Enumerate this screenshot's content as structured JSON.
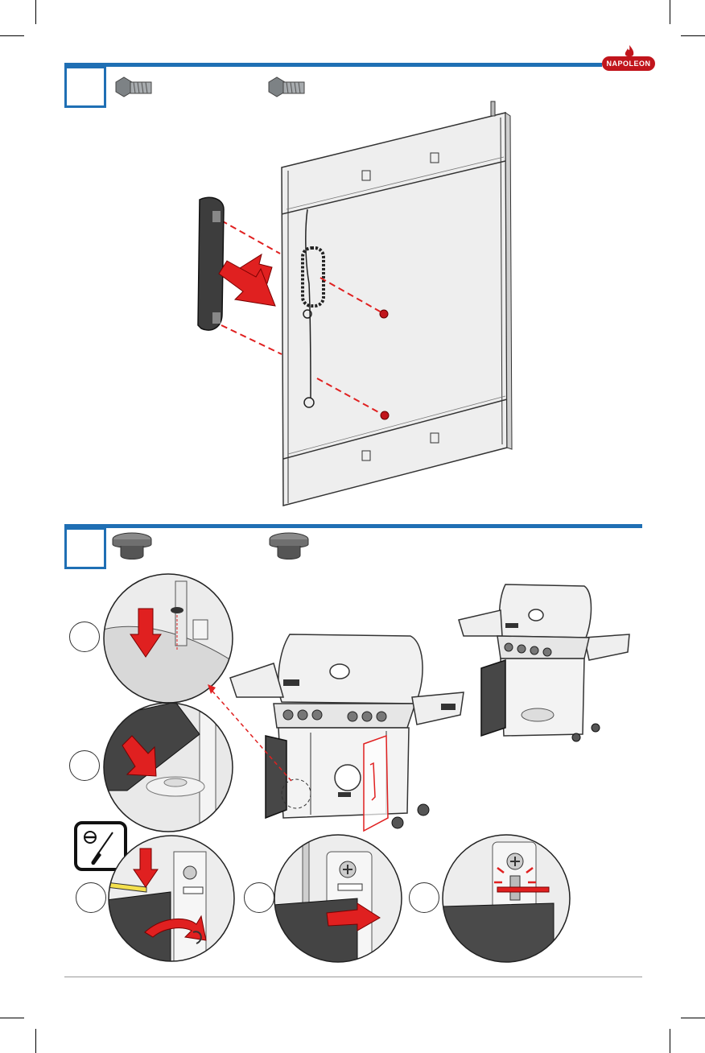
{
  "brand": {
    "name": "NAPOLEON",
    "color": "#c1151c"
  },
  "colors": {
    "accent_blue": "#1f6fb4",
    "arrow_red": "#e02020",
    "panel_grey": "#e6e6e6",
    "dark_grey": "#4a4a4a"
  },
  "sections": [
    {
      "parts": [
        "hex-bolt-icon",
        "hex-bolt-icon"
      ],
      "illustration": "door-panel-handle-assembly"
    },
    {
      "parts": [
        "rubber-bumper-icon",
        "rubber-bumper-icon"
      ],
      "illustration": "door-bumper-and-hinge-installation",
      "detail_steps": 5
    }
  ]
}
